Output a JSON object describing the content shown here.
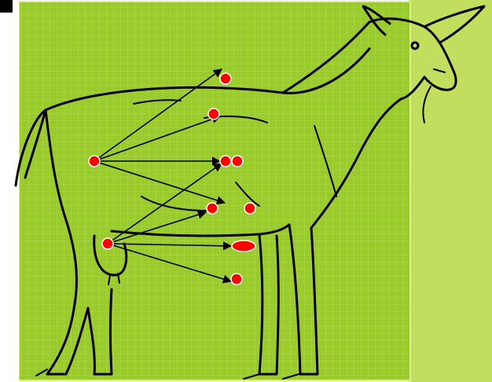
{
  "colors": {
    "panel_green": "#9ACB2D",
    "panel_border": "#DDF08A",
    "grid_line": "#B4DB52",
    "outer_tint": "#C2DE5E",
    "outline": "#000000",
    "dot_red": "#FF0000",
    "arrow": "#000000"
  },
  "figure": {
    "subject": "goat-outline-illustration",
    "source_points": 2,
    "target_markers": 8,
    "arrows": 8
  }
}
